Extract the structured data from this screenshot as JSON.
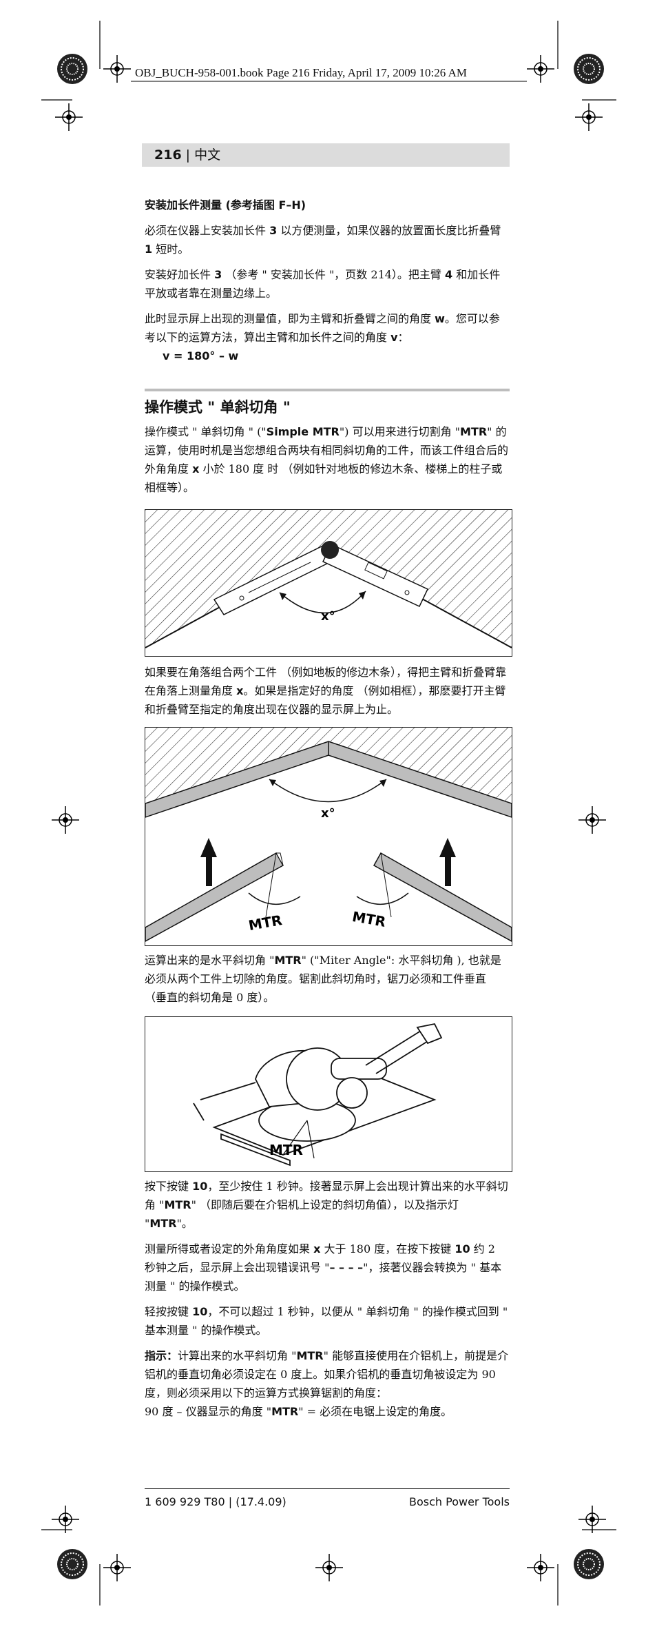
{
  "header": {
    "running_line": "OBJ_BUCH-958-001.book  Page 216  Friday, April 17, 2009  10:26 AM"
  },
  "pagebar": {
    "page_number": "216",
    "separator": "|",
    "language": "中文"
  },
  "section1": {
    "heading": "安装加长件测量 (参考插图 F–H)",
    "p1": {
      "a": "必须在仪器上安装加长件 ",
      "n1": "3",
      "b": " 以方便测量，如果仪器的放置面长度比折叠臂 ",
      "n2": "1",
      "c": " 短时。"
    },
    "p2": {
      "a": "安装好加长件 ",
      "n1": "3",
      "b": " （参考 \" 安装加长件 \"，页数 214）。把主臂 ",
      "n2": "4",
      "c": " 和加长件平放或者靠在测量边缘上。"
    },
    "p3": {
      "a": "此时显示屏上出现的测量值，即为主臂和折叠臂之间的角度 ",
      "w": "w",
      "b": "。您可以参考以下的运算方法，算出主臂和加长件之间的角度 ",
      "v": "v",
      "c": "："
    },
    "formula": "v = 180° – w"
  },
  "section2": {
    "heading": "操作模式 \" 单斜切角 \"",
    "p1": {
      "a": "操作模式 \" 单斜切角 \" (\"",
      "simple": "Simple MTR",
      "b": "\") 可以用来进行切割角 \"",
      "mtr": "MTR",
      "c": "\" 的运算，使用时机是当您想组合两块有相同斜切角的工件，而该工件组合后的外角角度 ",
      "x": "x",
      "d": " 小於 180 度 时 （例如针对地板的修边木条、楼梯上的柱子或相框等）。"
    },
    "p2": {
      "a": "如果要在角落组合两个工件 （例如地板的修边木条），得把主臂和折叠臂靠在角落上测量角度 ",
      "x": "x",
      "b": "。如果是指定好的角度 （例如相框），那麽要打开主臂和折叠臂至指定的角度出现在仪器的显示屏上为止。"
    },
    "p3": {
      "a": "运算出来的是水平斜切角 \"",
      "mtr": "MTR",
      "b": "\" (\"Miter Angle\": 水平斜切角 ), 也就是必须从两个工件上切除的角度。锯割此斜切角时，锯刀必须和工件垂直 （垂直的斜切角是 0 度）。"
    },
    "p4": {
      "a": "按下按键 ",
      "n": "10",
      "b": "，至少按住 1 秒钟。接著显示屏上会出现计算出来的水平斜切角 \"",
      "mtr": "MTR",
      "c": "\" （即随后要在介铝机上设定的斜切角值），以及指示灯 \"",
      "mtr2": "MTR",
      "d": "\"。"
    },
    "p5": {
      "a": "测量所得或者设定的外角角度如果 ",
      "x": "x",
      "b": " 大于 180 度，在按下按键 ",
      "n": "10",
      "c": " 约 2 秒钟之后，显示屏上会出现错误讯号 \"",
      "err": "– – – –",
      "d": "\"，接著仪器会转换为 \" 基本测量 \" 的操作模式。"
    },
    "p6": {
      "a": "轻按按键 ",
      "n": "10",
      "b": "，不可以超过 1 秒钟，以便从 \" 单斜切角 \" 的操作模式回到 \" 基本测量 \" 的操作模式。"
    },
    "note": {
      "label": "指示：",
      "a": "计算出来的水平斜切角 \"",
      "mtr": "MTR",
      "b": "\" 能够直接使用在介铝机上，前提是介铝机的垂直切角必须设定在 0 度上。如果介铝机的垂直切角被设定为 90 度，则必须采用以下的运算方式换算锯割的角度："
    },
    "note_formula": {
      "a": "90 度 – 仪器显示的角度 \"",
      "mtr": "MTR",
      "b": "\" = 必须在电锯上设定的角度。"
    }
  },
  "figures": {
    "fig1": {
      "angle_label": "x°"
    },
    "fig2": {
      "angle_label": "x°",
      "mtr_left": "MTR",
      "mtr_right": "MTR"
    },
    "fig3": {
      "mtr_label": "MTR"
    }
  },
  "footer": {
    "left": "1 609 929 T80 | (17.4.09)",
    "right": "Bosch Power Tools"
  }
}
